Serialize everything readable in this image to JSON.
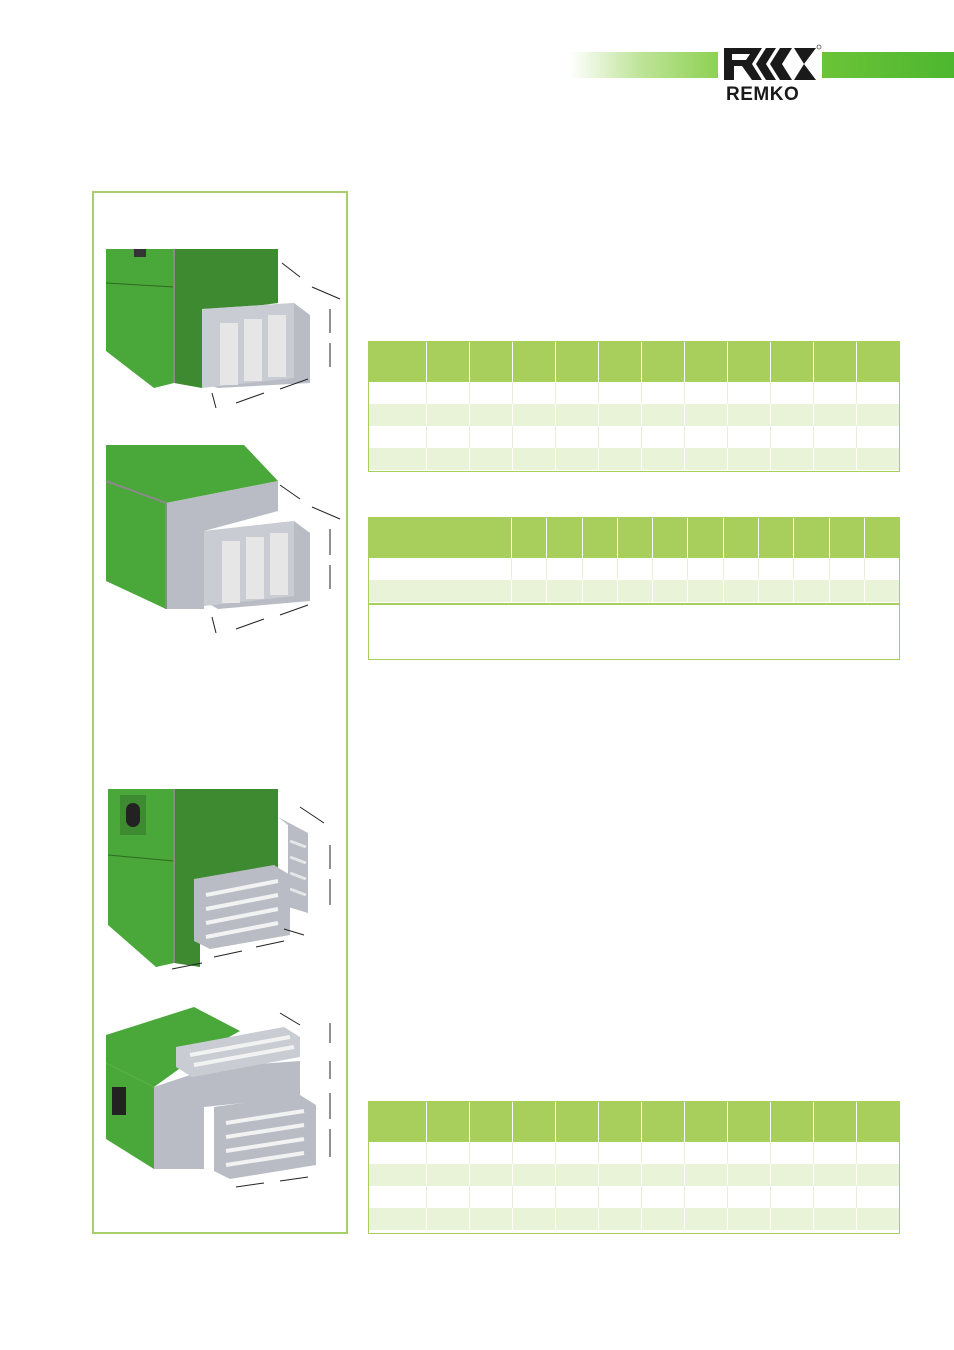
{
  "brand": {
    "logo_text": "REMKO",
    "colors": {
      "header_green": "#4cb72f",
      "table_header": "#a8cf5c",
      "table_alt_row": "#e9f3d8",
      "frame_border": "#a8cf6a",
      "unit_green": "#4aa83a",
      "unit_dark_green": "#3e8a30",
      "housing_grey": "#b9bcc4"
    }
  },
  "illustrations": [
    {
      "icon": "filter-box-icon"
    },
    {
      "icon": "filter-box-horizontal-icon"
    },
    {
      "icon": "damper-box-icon"
    },
    {
      "icon": "damper-box-horizontal-icon"
    }
  ],
  "tables": [
    {
      "columns": 12,
      "rows": 4
    },
    {
      "columns": 12,
      "rows": 2
    },
    {
      "columns": 12,
      "rows": 4
    }
  ]
}
